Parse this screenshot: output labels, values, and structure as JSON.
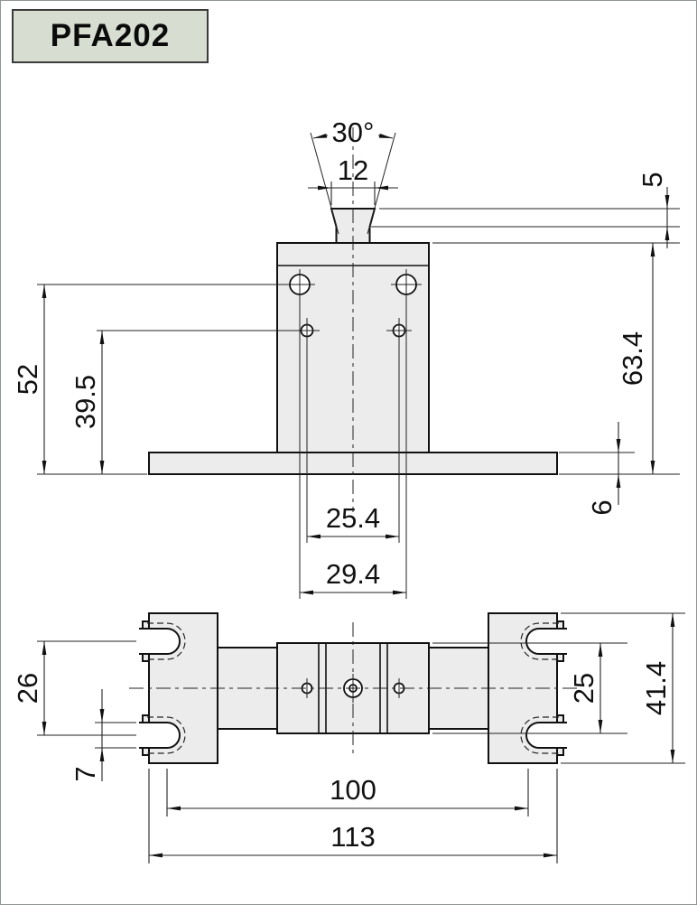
{
  "title_block": {
    "part_number": "PFA202"
  },
  "front_view": {
    "angle": "30°",
    "top_slot_width": "12",
    "jaw_height": "5",
    "mount_hole_height": "52",
    "pin_hole_height": "39.5",
    "body_height": "63.4",
    "base_thickness": "6",
    "pin_hole_pitch": "25.4",
    "mount_hole_pitch": "29.4"
  },
  "plan_view": {
    "slot_center_pitch": "26",
    "slot_width": "7",
    "body_width": "25",
    "overall_depth": "41.4",
    "slot_pitch_length": "100",
    "overall_length": "113"
  }
}
